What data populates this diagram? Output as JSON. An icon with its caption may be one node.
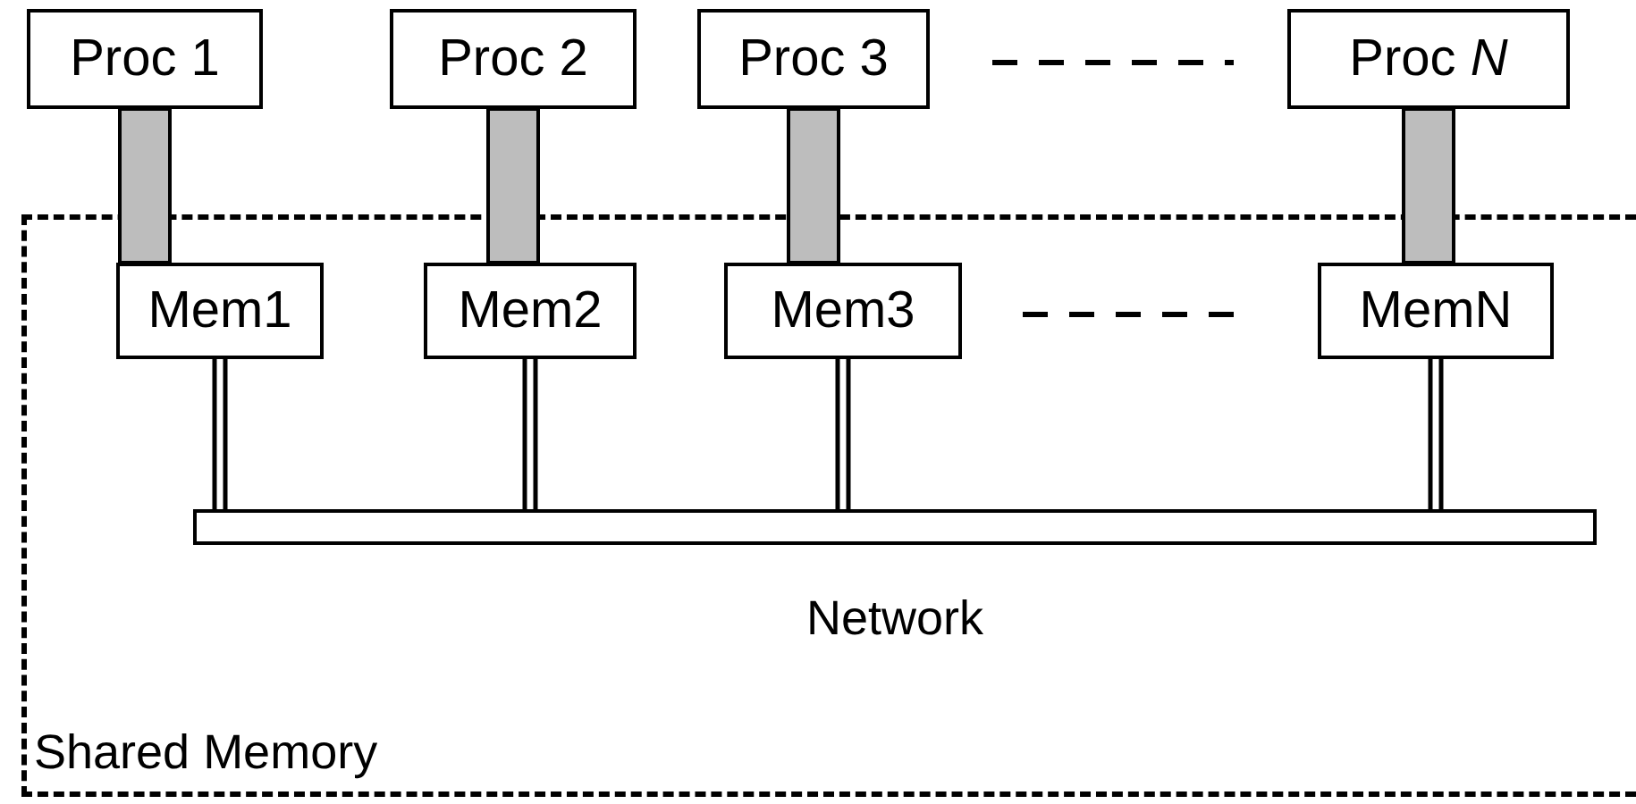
{
  "diagram": {
    "nodes": [
      {
        "text": [
          "Shared Memory"
        ]
      },
      {
        "text": [
          "Proc 1"
        ]
      },
      {
        "text": [
          "Proc 2"
        ]
      },
      {
        "text": [
          "Proc 3"
        ]
      },
      {
        "text": [
          "Proc *N*"
        ]
      },
      {
        "text": [
          "Mem1"
        ],
        "in": 0
      },
      {
        "text": [
          "Mem2"
        ],
        "in": 0
      },
      {
        "text": [
          "Mem3"
        ],
        "in": 0
      },
      {
        "text": [
          "MemN"
        ],
        "in": 0
      },
      {
        "text": [
          "Network"
        ],
        "in": 0
      }
    ],
    "edges": [
      {
        "from": 1,
        "to": 5,
        "arrow": "none",
        "style": "thick",
        "color": "#bdbdbd"
      },
      {
        "from": 2,
        "to": 6,
        "arrow": "none",
        "style": "thick",
        "color": "#bdbdbd"
      },
      {
        "from": 3,
        "to": 7,
        "arrow": "none",
        "style": "thick",
        "color": "#bdbdbd"
      },
      {
        "from": 4,
        "to": 8,
        "arrow": "none",
        "style": "thick",
        "color": "#bdbdbd"
      },
      {
        "from": 5,
        "to": 9,
        "arrow": "none"
      },
      {
        "from": 6,
        "to": 9,
        "arrow": "none"
      },
      {
        "from": 7,
        "to": 9,
        "arrow": "none"
      },
      {
        "from": 8,
        "to": 9,
        "arrow": "none"
      }
    ]
  }
}
